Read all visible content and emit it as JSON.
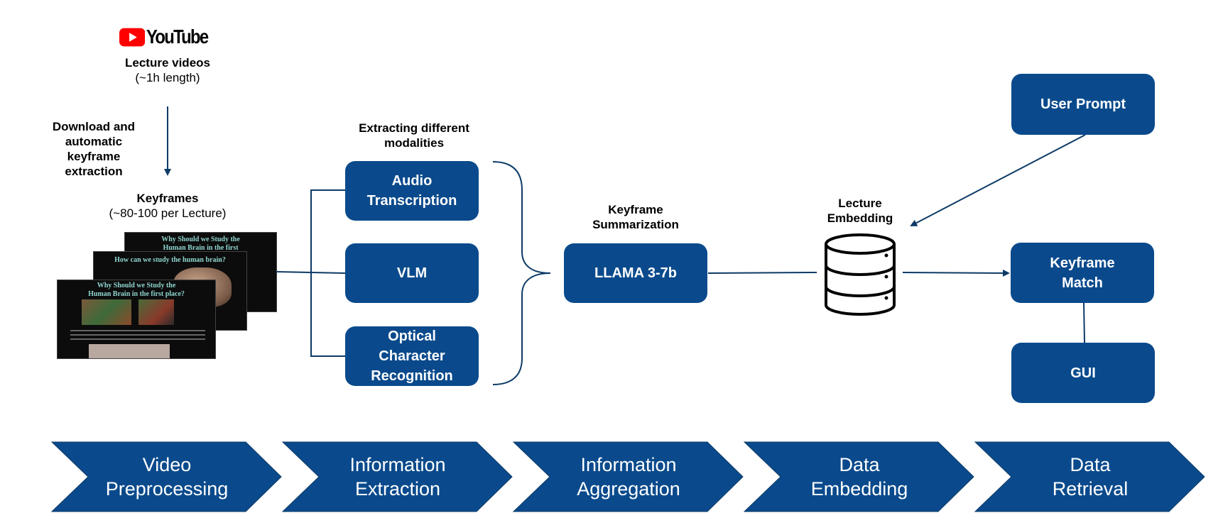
{
  "source": {
    "logo_text": "YouTube",
    "title": "Lecture videos",
    "subtitle": "(~1h length)"
  },
  "step_download": {
    "line1": "Download and",
    "line2": "automatic",
    "line3": "keyframe",
    "line4": "extraction"
  },
  "keyframes": {
    "title": "Keyframes",
    "subtitle": "(~80-100 per Lecture)",
    "slide_titles": [
      "Why Should we Study the Human Brain in the first place?",
      "How can we study the human brain?",
      "Why Should we Study the Human Brain in the first place?"
    ]
  },
  "extraction": {
    "heading_line1": "Extracting different",
    "heading_line2": "modalities",
    "boxes": [
      {
        "line1": "Audio",
        "line2": "Transcription",
        "line3": ""
      },
      {
        "line1": "VLM",
        "line2": "",
        "line3": ""
      },
      {
        "line1": "Optical",
        "line2": "Character",
        "line3": "Recognition"
      }
    ]
  },
  "summarization": {
    "heading_line1": "Keyframe",
    "heading_line2": "Summarization",
    "box_label": "LLAMA 3-7b"
  },
  "embedding": {
    "heading_line1": "Lecture",
    "heading_line2": "Embedding",
    "icon": "database-icon"
  },
  "retrieval": {
    "user_prompt": "User Prompt",
    "match_line1": "Keyframe",
    "match_line2": "Match",
    "gui": "GUI"
  },
  "stages": [
    {
      "line1": "Video",
      "line2": "Preprocessing"
    },
    {
      "line1": "Information",
      "line2": "Extraction"
    },
    {
      "line1": "Information",
      "line2": "Aggregation"
    },
    {
      "line1": "Data",
      "line2": "Embedding"
    },
    {
      "line1": "Data",
      "line2": "Retrieval"
    }
  ],
  "colors": {
    "primary": "#0a4a8c",
    "line": "#0d3a66",
    "youtube_red": "#ff0000"
  }
}
